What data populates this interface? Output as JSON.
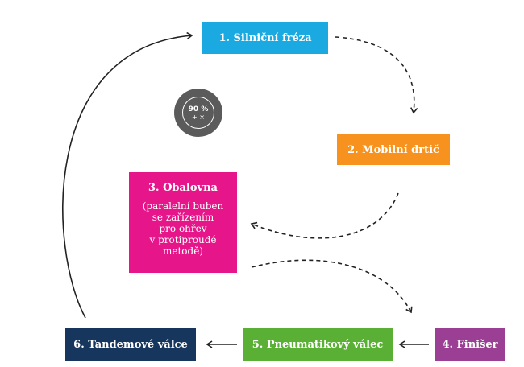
{
  "diagram": {
    "nodes": [
      {
        "id": "n1",
        "label": "1. Silniční fréza",
        "color": "#1aa9e0"
      },
      {
        "id": "n2",
        "label": "2. Mobilní drtič",
        "color": "#f7921e"
      },
      {
        "id": "n3",
        "label": "3. Obalovna",
        "sublabel": "(paralelní buben\nse zařízením\npro ohřev\nv protiproudé\nmetodě)",
        "color": "#e6168a"
      },
      {
        "id": "n4",
        "label": "4. Finišer",
        "color": "#9b3f94"
      },
      {
        "id": "n5",
        "label": "5. Pneumatikový válec",
        "color": "#5ab034"
      },
      {
        "id": "n6",
        "label": "6. Tandemové válce",
        "color": "#17365d"
      }
    ],
    "badge": {
      "percent": "90 %",
      "operators": "+ ×",
      "color": "#5b5b5b"
    },
    "edges": [
      {
        "from": "n1",
        "to": "n2",
        "style": "dashed"
      },
      {
        "from": "n2",
        "to": "n3",
        "style": "dashed"
      },
      {
        "from": "n3",
        "to": "n4",
        "style": "dashed"
      },
      {
        "from": "n4",
        "to": "n5",
        "style": "solid"
      },
      {
        "from": "n5",
        "to": "n6",
        "style": "solid"
      },
      {
        "from": "n6",
        "to": "n1",
        "style": "solid"
      }
    ],
    "line_color": "#222222"
  }
}
